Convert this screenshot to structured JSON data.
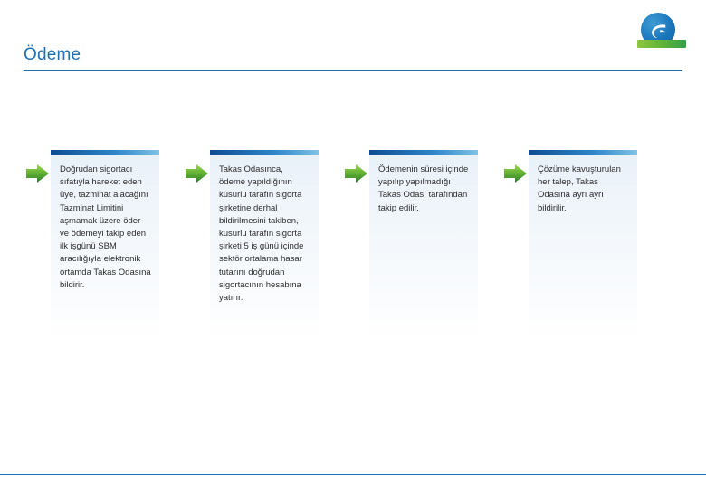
{
  "page": {
    "title": "Ödeme"
  },
  "logo": {
    "name": "company-logo",
    "circle_color": "#1b75bb",
    "bar_color": "#6cb53c"
  },
  "accent_color": "#1f6fb2",
  "flow": {
    "steps": [
      {
        "id": "step-1",
        "arrow_label": "green-arrow",
        "text": "Doğrudan sigortacı sıfatıyla hareket eden üye, tazminat alacağını Tazminat Limitini aşmamak üzere öder ve ödemeyi takip eden ilk işgünü SBM aracılığıyla elektronik ortamda Takas Odasına bildirir."
      },
      {
        "id": "step-2",
        "arrow_label": "green-arrow",
        "text": "Takas Odasınca, ödeme yapıldığının kusurlu tarafın sigorta şirketine derhal bildirilmesini takiben, kusurlu tarafın sigorta şirketi 5 iş günü içinde sektör ortalama hasar tutarını doğrudan sigortacının hesabına yatırır."
      },
      {
        "id": "step-3",
        "arrow_label": "green-arrow",
        "text": "Ödemenin süresi içinde yapılıp yapılmadığı Takas Odası tarafından takip edilir."
      },
      {
        "id": "step-4",
        "arrow_label": "green-arrow",
        "text": "Çözüme kavuşturulan her talep, Takas Odasına ayrı ayrı bildirilir."
      }
    ]
  }
}
